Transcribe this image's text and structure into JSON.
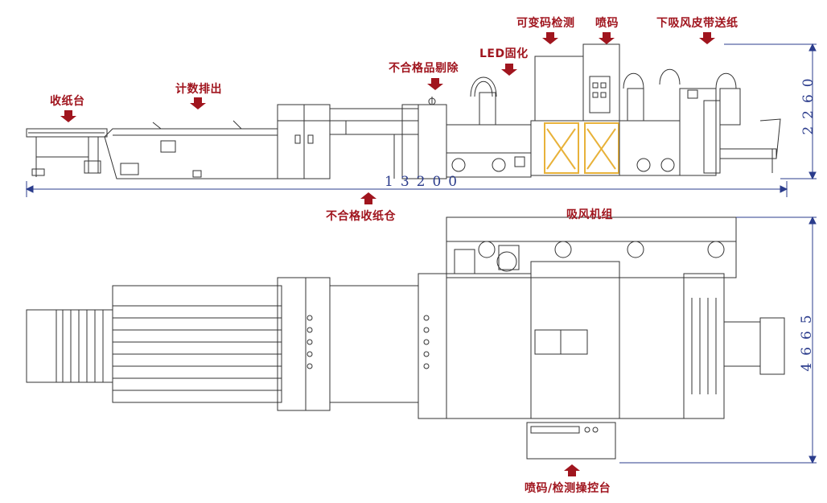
{
  "labels": {
    "receiving_table": "收纸台",
    "count_output": "计数排出",
    "reject_removal": "不合格品剔除",
    "led_curing": "LED固化",
    "variable_code_inspection": "可变码检测",
    "inkjet": "喷码",
    "suction_belt_feed": "下吸风皮带送纸",
    "reject_bin": "不合格收纸仓",
    "blower_unit": "吸风机组",
    "console": "喷码/检测操控台"
  },
  "dimensions": {
    "length": "13200",
    "height": "2260",
    "width": "4665"
  },
  "colors": {
    "label": "#a0151e",
    "dimension": "#2b3c8c",
    "line": "#333333",
    "highlight": "#e8b23a"
  }
}
